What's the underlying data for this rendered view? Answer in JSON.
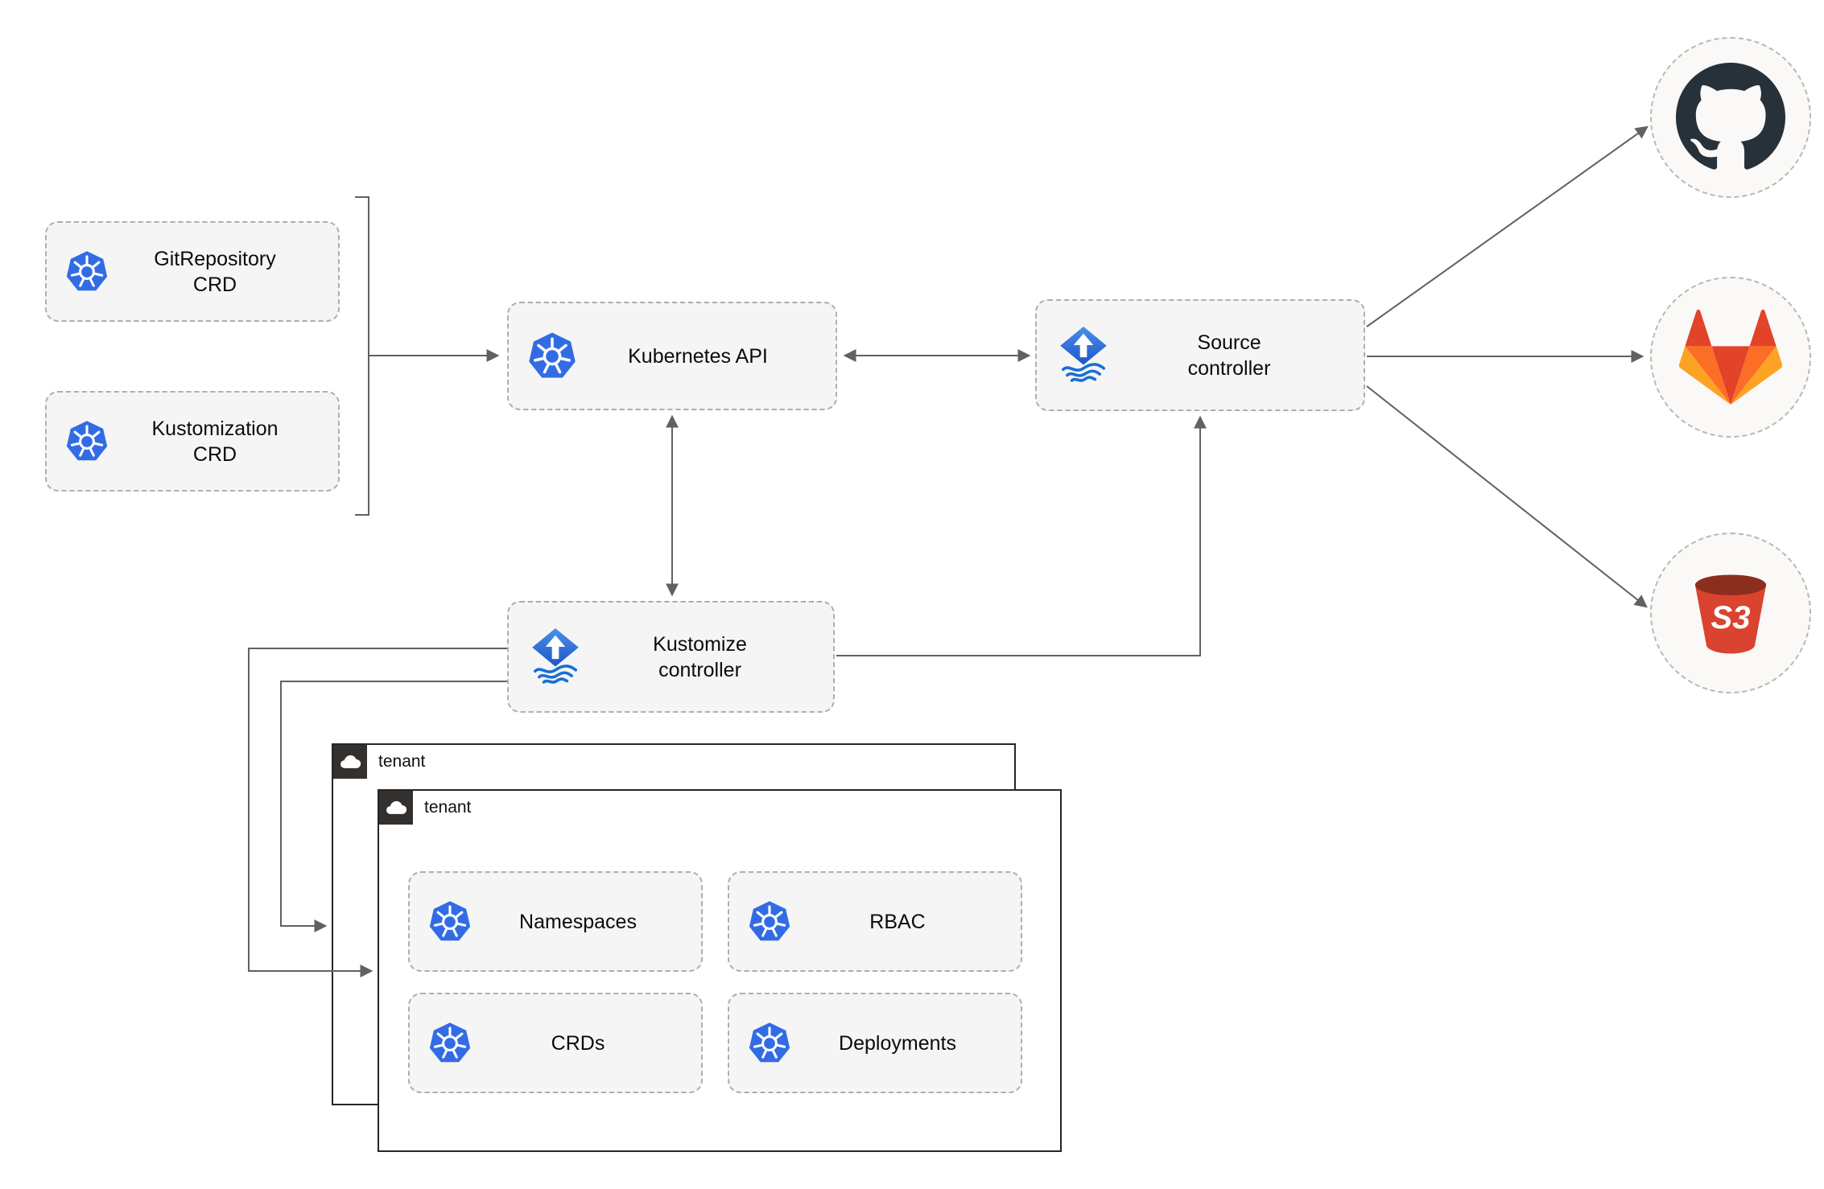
{
  "diagram": {
    "nodes": {
      "gitrepo_crd": {
        "label": "GitRepository CRD",
        "icon": "kubernetes-icon"
      },
      "kustomization_crd": {
        "label": "Kustomization CRD",
        "icon": "kubernetes-icon"
      },
      "kubernetes_api": {
        "label": "Kubernetes API",
        "icon": "kubernetes-icon"
      },
      "source_controller": {
        "label": "Source controller",
        "icon": "flux-icon"
      },
      "kustomize_controller": {
        "label": "Kustomize controller",
        "icon": "flux-icon"
      }
    },
    "endpoints": {
      "github": {
        "icon": "github-icon"
      },
      "gitlab": {
        "icon": "gitlab-icon"
      },
      "s3": {
        "icon": "s3-bucket-icon",
        "label": "S3"
      }
    },
    "tenants": {
      "back": {
        "label": "tenant",
        "icon": "cloud-icon"
      },
      "front": {
        "label": "tenant",
        "icon": "cloud-icon"
      }
    },
    "resources": {
      "namespaces": {
        "label": "Namespaces",
        "icon": "kubernetes-icon"
      },
      "rbac": {
        "label": "RBAC",
        "icon": "kubernetes-icon"
      },
      "crds": {
        "label": "CRDs",
        "icon": "kubernetes-icon"
      },
      "deployments": {
        "label": "Deployments",
        "icon": "kubernetes-icon"
      }
    },
    "colors": {
      "kubernetes_blue": "#326ce5",
      "flux_blue": "#2a61cf",
      "connector_gray": "#616161",
      "node_fill": "#f5f5f5",
      "github_dark": "#26313a",
      "gitlab_red": "#e24329",
      "gitlab_orange": "#fc6d26",
      "gitlab_amber": "#fca326",
      "s3_red": "#d9432f",
      "s3_dark_red": "#8c2e1f",
      "tenant_badge_dark": "#33302e"
    }
  }
}
